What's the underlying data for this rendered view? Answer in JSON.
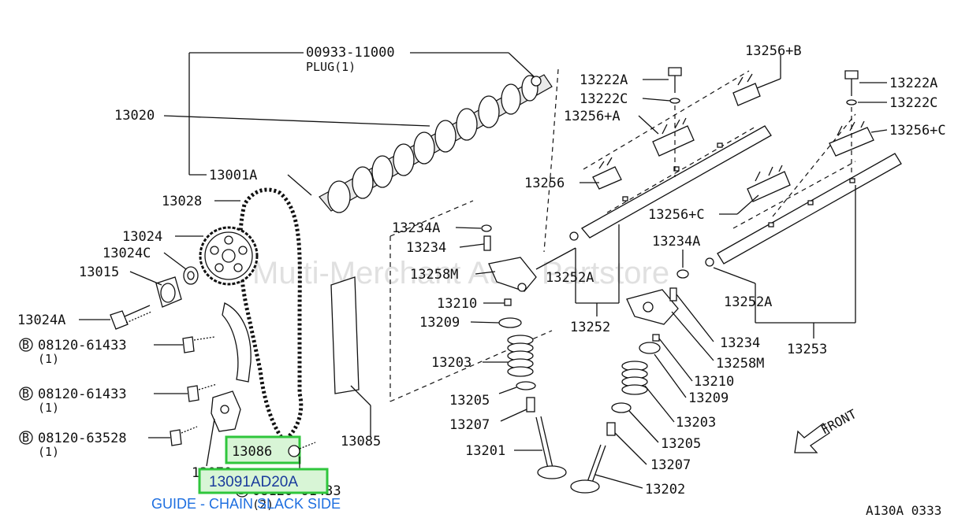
{
  "labels": {
    "l00933": "00933-11000",
    "plug": "PLUG(1)",
    "l13020": "13020",
    "l13001A": "13001A",
    "l13028": "13028",
    "l13024": "13024",
    "l13024C": "13024C",
    "l13015": "13015",
    "l13024A": "13024A",
    "b1": "08120-61433",
    "b1q": "(1)",
    "b2": "08120-61433",
    "b2q": "(1)",
    "b3": "08120-63528",
    "b3q": "(1)",
    "l13086": "13086",
    "l13070": "13070",
    "b4": "08120-61433",
    "b4q": "(2)",
    "l13085": "13085",
    "l13222A_l": "13222A",
    "l13222C_l": "13222C",
    "l13256A": "13256+A",
    "l13256B": "13256+B",
    "l13256": "13256",
    "l13234A_l": "13234A",
    "l13234_l": "13234",
    "l13258M_l": "13258M",
    "l13252A_l": "13252A",
    "l13252": "13252",
    "l13210_l": "13210",
    "l13209_l": "13209",
    "l13203_l": "13203",
    "l13205_l": "13205",
    "l13207_l": "13207",
    "l13201": "13201",
    "l13222A_r": "13222A",
    "l13222C_r": "13222C",
    "l13256C_r": "13256+C",
    "l13256C_m": "13256+C",
    "l13234A_r": "13234A",
    "l13252A_r": "13252A",
    "l13253": "13253",
    "l13234_r": "13234",
    "l13258M_r": "13258M",
    "l13210_r": "13210",
    "l13209_r": "13209",
    "l13203_r": "13203",
    "l13205_r": "13205",
    "l13207_r": "13207",
    "l13202": "13202",
    "front": "FRONT",
    "circleB": "B",
    "ref": "A130A 0333"
  },
  "highlight": {
    "part_number": "13091AD20A",
    "caption": "GUIDE - CHAIN SLACK SIDE"
  },
  "watermark": "Multi-Merchant Auto Partstore"
}
